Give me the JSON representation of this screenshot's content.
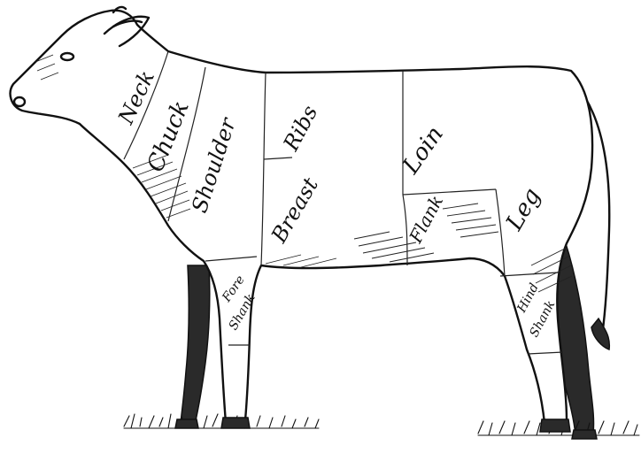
{
  "diagram": {
    "cuts": {
      "neck": "Neck",
      "chuck": "Chuck",
      "shoulder": "Shoulder",
      "ribs": "Ribs",
      "breast": "Breast",
      "loin": "Loin",
      "flank": "Flank",
      "leg": "Leg",
      "fore_shank_1": "Fore",
      "fore_shank_2": "Shank",
      "hind_shank_1": "Hind",
      "hind_shank_2": "Shank"
    }
  }
}
